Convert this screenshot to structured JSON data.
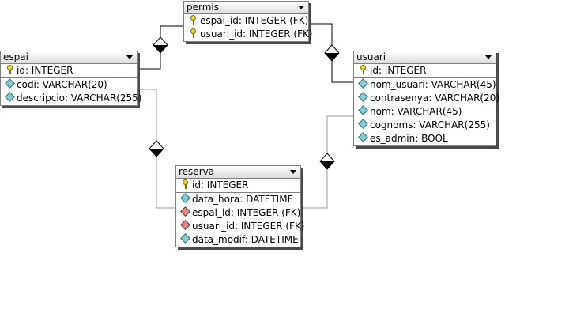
{
  "entities": {
    "permis": {
      "title": "permis",
      "pk_rows": [],
      "rows": [
        {
          "text": "espai_id: INTEGER (FK)",
          "icon": "key-icon"
        },
        {
          "text": "usuari_id: INTEGER (FK)",
          "icon": "key-icon"
        }
      ]
    },
    "espai": {
      "title": "espai",
      "pk_rows": [
        {
          "text": "id: INTEGER",
          "icon": "key-icon"
        }
      ],
      "rows": [
        {
          "text": "codi: VARCHAR(20)",
          "icon": "column-diamond-icon"
        },
        {
          "text": "descripcio: VARCHAR(255)",
          "icon": "column-diamond-icon"
        }
      ]
    },
    "usuari": {
      "title": "usuari",
      "pk_rows": [
        {
          "text": "id: INTEGER",
          "icon": "key-icon"
        }
      ],
      "rows": [
        {
          "text": "nom_usuari: VARCHAR(45)",
          "icon": "column-diamond-icon"
        },
        {
          "text": "contrasenya: VARCHAR(20)",
          "icon": "column-diamond-icon"
        },
        {
          "text": "nom: VARCHAR(45)",
          "icon": "column-diamond-icon"
        },
        {
          "text": "cognoms: VARCHAR(255)",
          "icon": "column-diamond-icon"
        },
        {
          "text": "es_admin: BOOL",
          "icon": "column-diamond-icon"
        }
      ]
    },
    "reserva": {
      "title": "reserva",
      "pk_rows": [
        {
          "text": "id: INTEGER",
          "icon": "key-icon"
        }
      ],
      "rows": [
        {
          "text": "data_hora: DATETIME",
          "icon": "column-diamond-icon"
        },
        {
          "text": "espai_id: INTEGER (FK)",
          "icon": "fk-diamond-icon"
        },
        {
          "text": "usuari_id: INTEGER (FK)",
          "icon": "fk-diamond-icon"
        },
        {
          "text": "data_modif: DATETIME",
          "icon": "column-diamond-icon"
        }
      ]
    }
  },
  "colors": {
    "connector": "#000000",
    "connector_light": "#9a9a9a",
    "column_icon": "#8cc9cf",
    "fk_icon": "#e08a8a",
    "key_icon": "#e8d44a"
  }
}
